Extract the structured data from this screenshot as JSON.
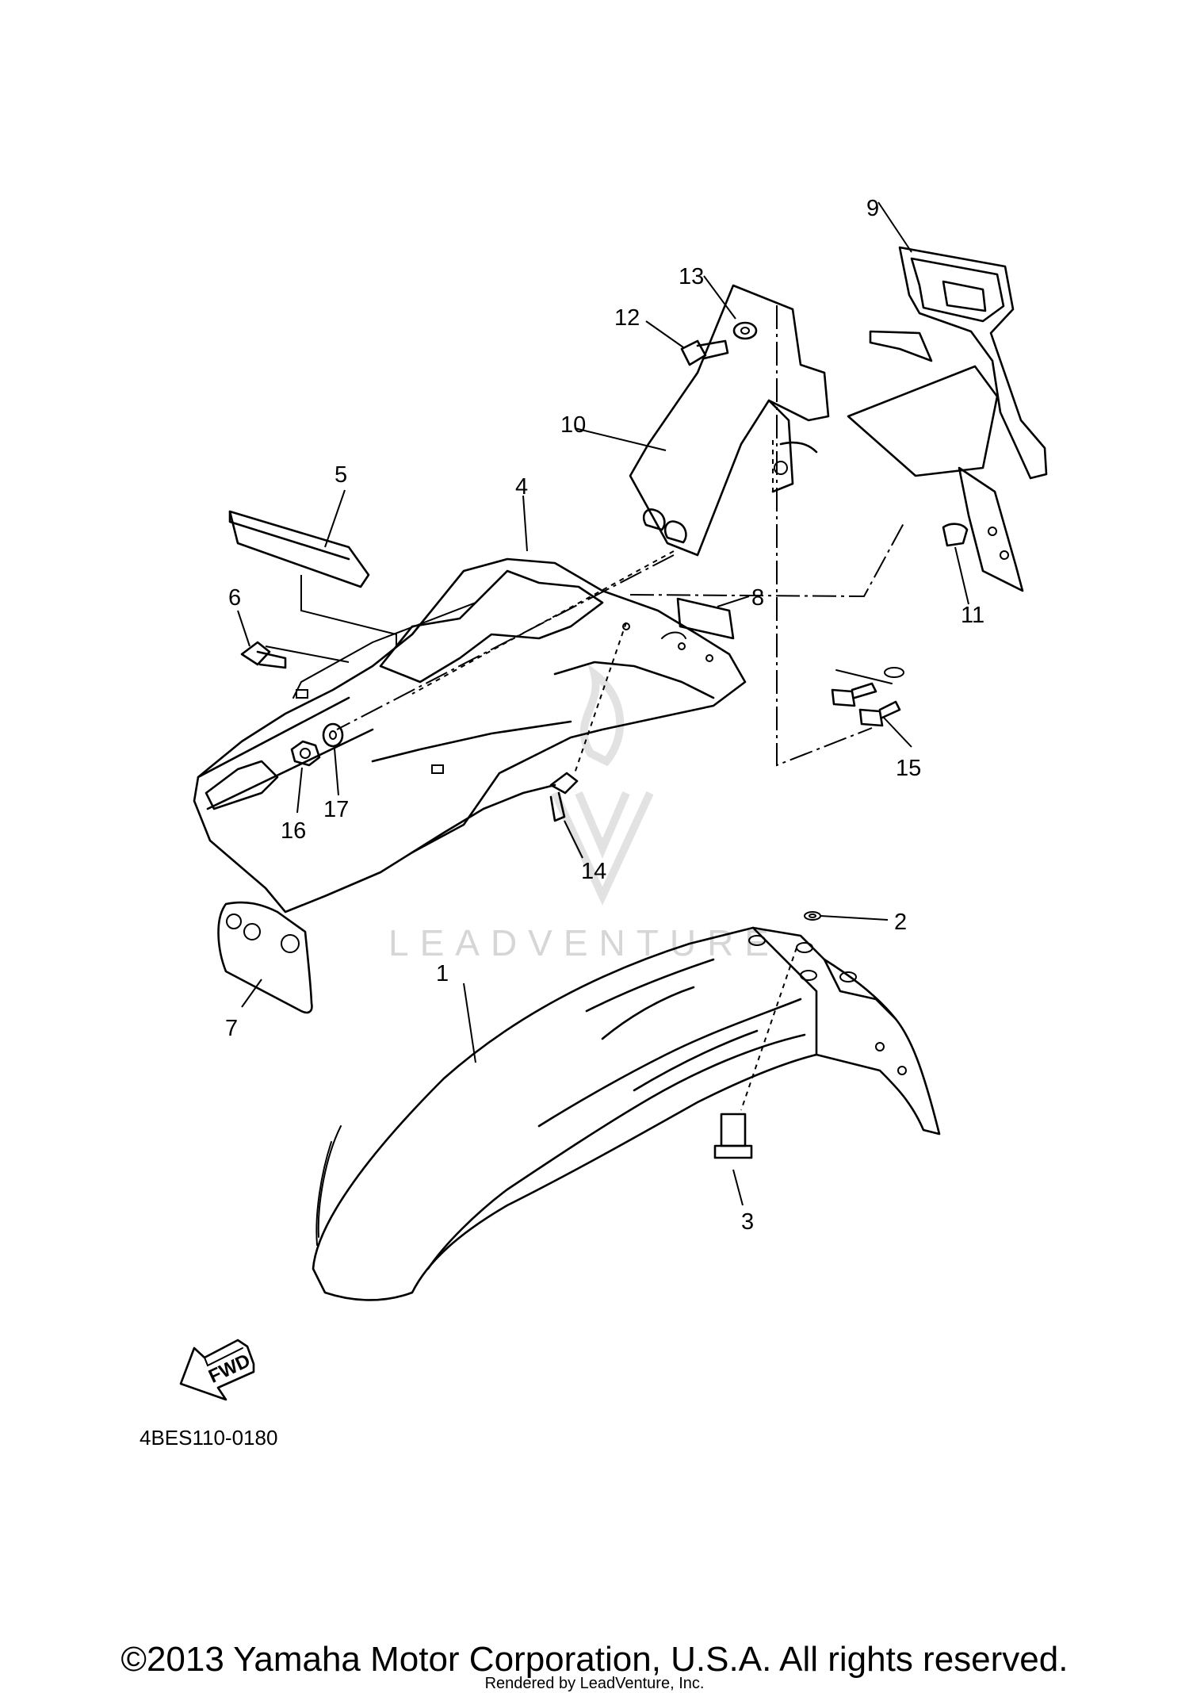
{
  "diagram": {
    "watermark_text": "LEADVENTURE",
    "diagram_id": "4BES110-0180",
    "fwd_label": "FWD",
    "copyright": "©2013 Yamaha Motor Corporation, U.S.A. All rights reserved.",
    "rendered_by": "Rendered by LeadVenture, Inc.",
    "callouts": {
      "c1": "1",
      "c2": "2",
      "c3": "3",
      "c4": "4",
      "c5": "5",
      "c6": "6",
      "c7": "7",
      "c8": "8",
      "c9": "9",
      "c10": "10",
      "c11": "11",
      "c12": "12",
      "c13": "13",
      "c14": "14",
      "c15": "15",
      "c16": "16",
      "c17": "17"
    }
  }
}
